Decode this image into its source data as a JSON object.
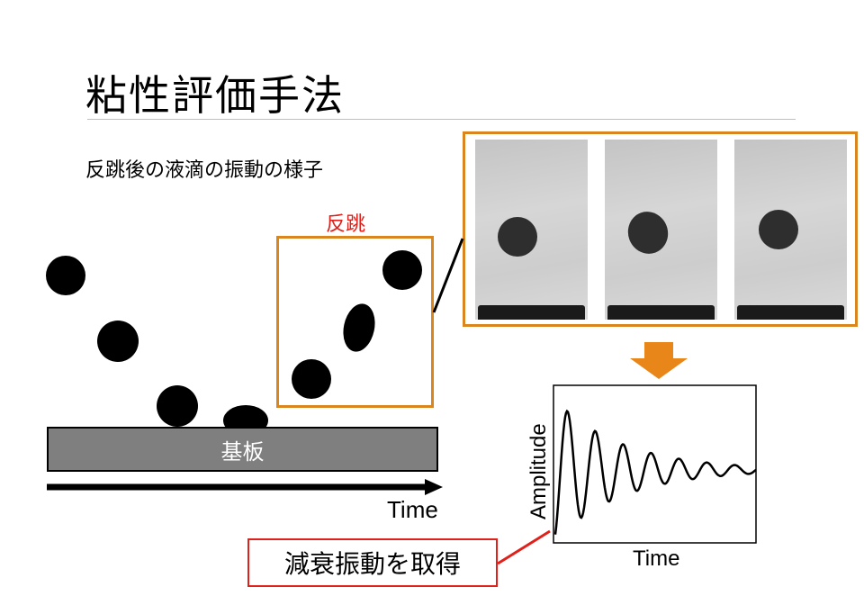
{
  "title": "粘性評価手法",
  "subtitle": "反跳後の液滴の振動の様子",
  "bounce_label": "反跳",
  "substrate_label": "基板",
  "time_axis_label": "Time",
  "graph": {
    "xlabel": "Time",
    "ylabel": "Amplitude"
  },
  "result_label": "減衰振動を取得",
  "colors": {
    "accent_orange": "#d9861f",
    "accent_red": "#e0211b",
    "substrate": "#7f7f7f"
  }
}
